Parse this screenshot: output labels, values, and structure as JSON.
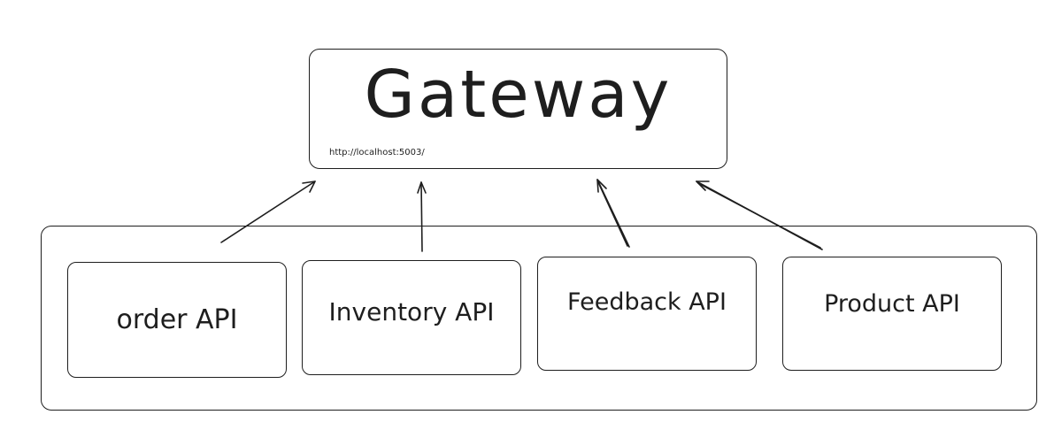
{
  "gateway": {
    "title": "Gateway",
    "url": "http://localhost:5003/"
  },
  "services": [
    {
      "label": "order API"
    },
    {
      "label": "Inventory API"
    },
    {
      "label": "Feedback API"
    },
    {
      "label": "Product API"
    }
  ],
  "colors": {
    "stroke": "#1e1e1e",
    "background": "#ffffff"
  }
}
